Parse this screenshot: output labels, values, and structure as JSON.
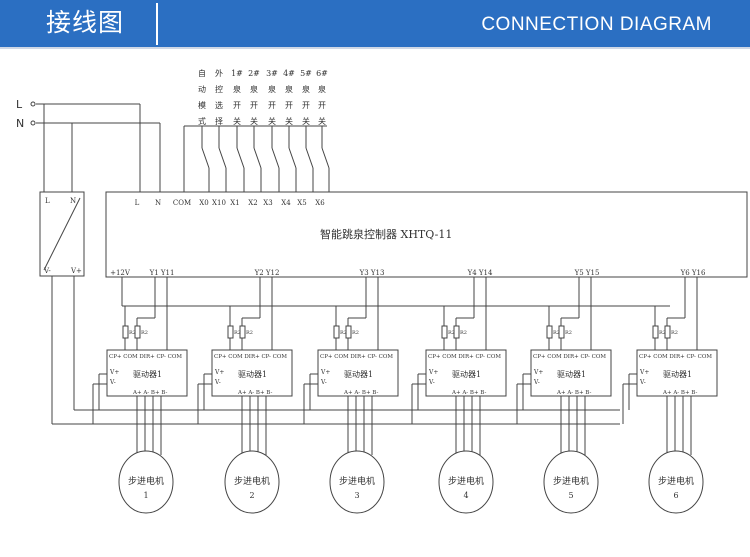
{
  "header": {
    "title_cn": "接线图",
    "title_en": "CONNECTION  DIAGRAM"
  },
  "colors": {
    "header_bg": "#2b6fc2",
    "line": "#444444"
  },
  "power": {
    "l_label": "L",
    "n_label": "N"
  },
  "supply": {
    "in_l": "L",
    "in_n": "N",
    "out_neg": "V-",
    "out_pos": "V+"
  },
  "switches": [
    {
      "label": [
        "自",
        "动",
        "模",
        "式"
      ]
    },
    {
      "label": [
        "外",
        "控",
        "选",
        "择"
      ]
    },
    {
      "label": [
        "1#",
        "泉",
        "开",
        "关"
      ]
    },
    {
      "label": [
        "2#",
        "泉",
        "开",
        "关"
      ]
    },
    {
      "label": [
        "3#",
        "泉",
        "开",
        "关"
      ]
    },
    {
      "label": [
        "4#",
        "泉",
        "开",
        "关"
      ]
    },
    {
      "label": [
        "5#",
        "泉",
        "开",
        "关"
      ]
    },
    {
      "label": [
        "6#",
        "泉",
        "开",
        "关"
      ]
    }
  ],
  "controller": {
    "name": "智能跳泉控制器   XHTQ-11",
    "top_terminals": [
      "L",
      "N",
      "COM",
      "X0",
      "X10",
      "X1",
      "X2",
      "X3",
      "X4",
      "X5",
      "X6"
    ],
    "bottom_terminals": [
      "+12V",
      "Y1 Y11",
      "Y2 Y12",
      "Y3 Y13",
      "Y4 Y14",
      "Y5 Y15",
      "Y6 Y16"
    ]
  },
  "driver": {
    "name": "驱动器1",
    "top_terminals": "CP+ COM DIR+ CP- COM",
    "side_pos": "V+",
    "side_neg": "V-",
    "bottom_terminals": "A+ A- B+ B-",
    "resistor_label": "R2"
  },
  "motors": [
    {
      "name": "步进电机",
      "num": "1"
    },
    {
      "name": "步进电机",
      "num": "2"
    },
    {
      "name": "步进电机",
      "num": "3"
    },
    {
      "name": "步进电机",
      "num": "4"
    },
    {
      "name": "步进电机",
      "num": "5"
    },
    {
      "name": "步进电机",
      "num": "6"
    }
  ]
}
